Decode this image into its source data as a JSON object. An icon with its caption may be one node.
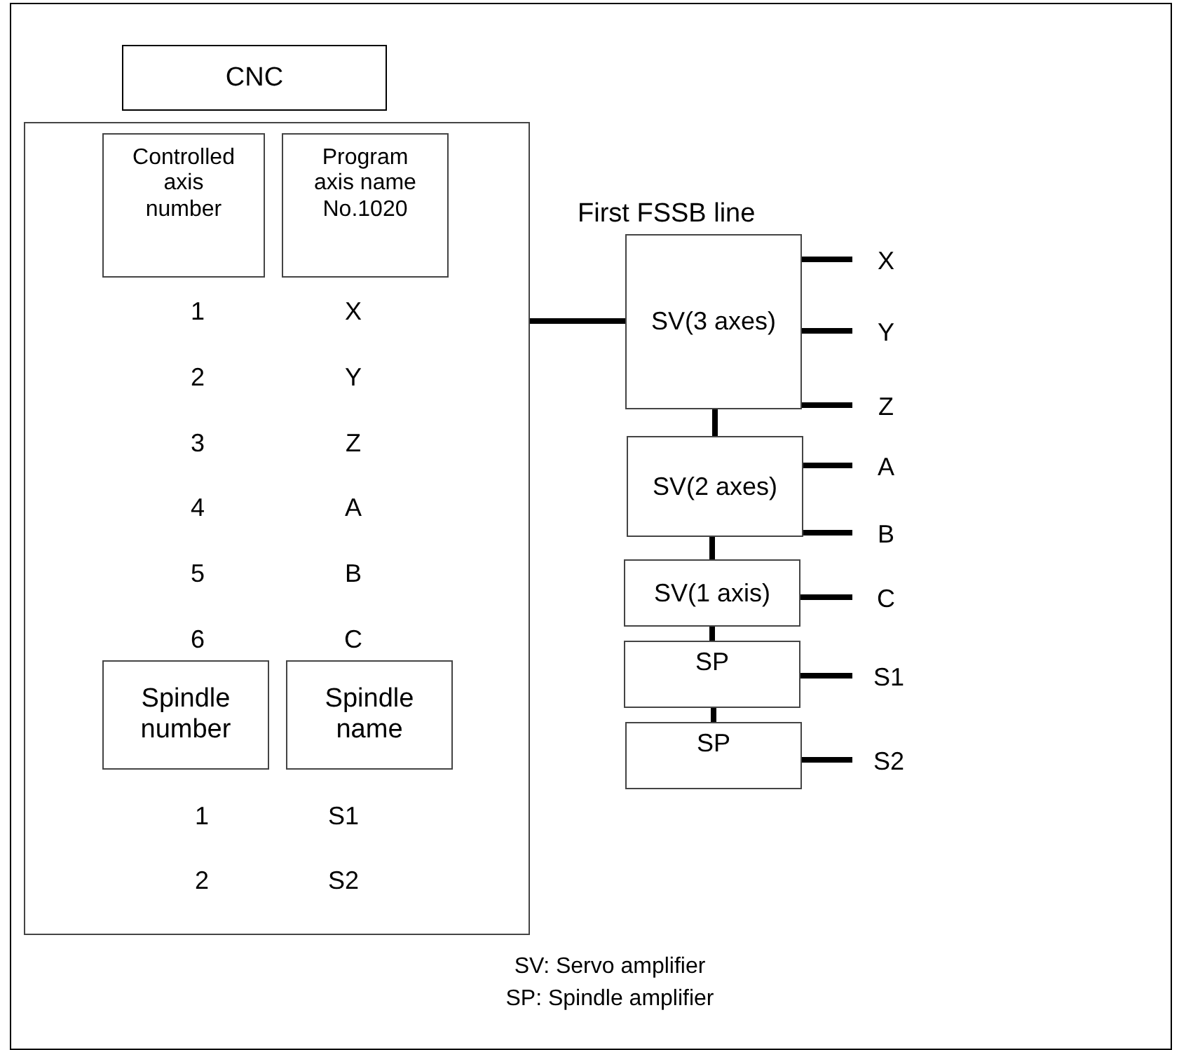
{
  "diagram": {
    "nodes": [
      {
        "text": [
          "CNC"
        ]
      },
      {
        "text": [],
        "shape": "box"
      },
      {
        "text": [
          "Controlled axis number"
        ],
        "in": 1
      },
      {
        "text": [
          "Program axis name No.1020"
        ],
        "in": 1
      },
      {
        "text": [
          "Spindle number"
        ],
        "in": 1
      },
      {
        "text": [
          "Spindle name"
        ],
        "in": 1
      },
      {
        "text": [
          "SV(3 axes)"
        ]
      },
      {
        "text": [
          "X"
        ]
      },
      {
        "text": [
          "Y"
        ]
      },
      {
        "text": [
          "Z"
        ]
      },
      {
        "text": [
          "SV(2 axes)"
        ]
      },
      {
        "text": [
          "A"
        ]
      },
      {
        "text": [
          "B"
        ]
      },
      {
        "text": [
          "SV(1 axis)"
        ]
      },
      {
        "text": [
          "C"
        ]
      },
      {
        "text": [
          "SP"
        ]
      },
      {
        "text": [
          "S1"
        ]
      },
      {
        "text": [
          "SP"
        ]
      },
      {
        "text": [
          "S2"
        ]
      }
    ],
    "edges": [
      {
        "from": 1,
        "to": 6,
        "arrow": "none",
        "label": "First FSSB line"
      },
      {
        "from": 6,
        "to": 10,
        "arrow": "none"
      },
      {
        "from": 10,
        "to": 13,
        "arrow": "none"
      },
      {
        "from": 13,
        "to": 15,
        "arrow": "none"
      },
      {
        "from": 15,
        "to": 17,
        "arrow": "none"
      },
      {
        "from": 6,
        "to": 7,
        "arrow": "none"
      },
      {
        "from": 6,
        "to": 8,
        "arrow": "none"
      },
      {
        "from": 6,
        "to": 9,
        "arrow": "none"
      },
      {
        "from": 10,
        "to": 11,
        "arrow": "none"
      },
      {
        "from": 10,
        "to": 12,
        "arrow": "none"
      },
      {
        "from": 13,
        "to": 14,
        "arrow": "none"
      },
      {
        "from": 15,
        "to": 16,
        "arrow": "none"
      },
      {
        "from": 17,
        "to": 18,
        "arrow": "none"
      }
    ],
    "labels": [
      "1",
      "X",
      "2",
      "Y",
      "3",
      "Z",
      "4",
      "A",
      "5",
      "B",
      "6",
      "C",
      "1",
      "S1",
      "2",
      "S2",
      "SV: Servo amplifier",
      "SP: Spindle amplifier"
    ]
  }
}
